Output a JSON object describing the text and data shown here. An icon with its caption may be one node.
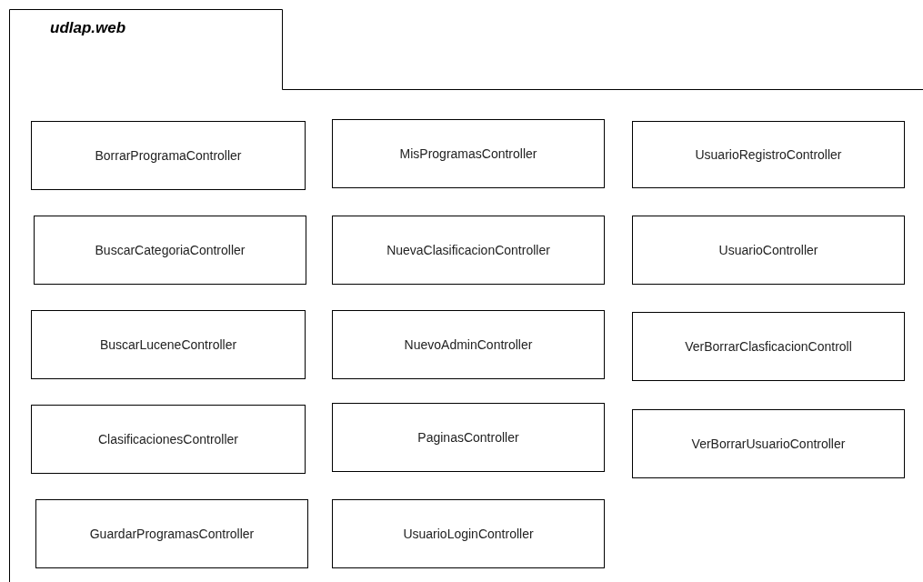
{
  "diagram": {
    "nodes": [
      {
        "text": [
          "udlap.web"
        ]
      },
      {
        "text": [
          "BorrarProgramaController"
        ],
        "in": 0
      },
      {
        "text": [
          "MisProgramasController"
        ],
        "in": 0
      },
      {
        "text": [
          "UsuarioRegistroController"
        ],
        "in": 0
      },
      {
        "text": [
          "BuscarCategoriaController"
        ],
        "in": 0
      },
      {
        "text": [
          "NuevaClasificacionController"
        ],
        "in": 0
      },
      {
        "text": [
          "UsuarioController"
        ],
        "in": 0
      },
      {
        "text": [
          "BuscarLuceneController"
        ],
        "in": 0
      },
      {
        "text": [
          "NuevoAdminController"
        ],
        "in": 0
      },
      {
        "text": [
          "VerBorrarClasficacionControll"
        ],
        "in": 0
      },
      {
        "text": [
          "ClasificacionesController"
        ],
        "in": 0
      },
      {
        "text": [
          "PaginasController"
        ],
        "in": 0
      },
      {
        "text": [
          "VerBorrarUsuarioController"
        ],
        "in": 0
      },
      {
        "text": [
          "GuardarProgramasController"
        ],
        "in": 0
      },
      {
        "text": [
          "UsuarioLoginController"
        ],
        "in": 0
      }
    ]
  }
}
